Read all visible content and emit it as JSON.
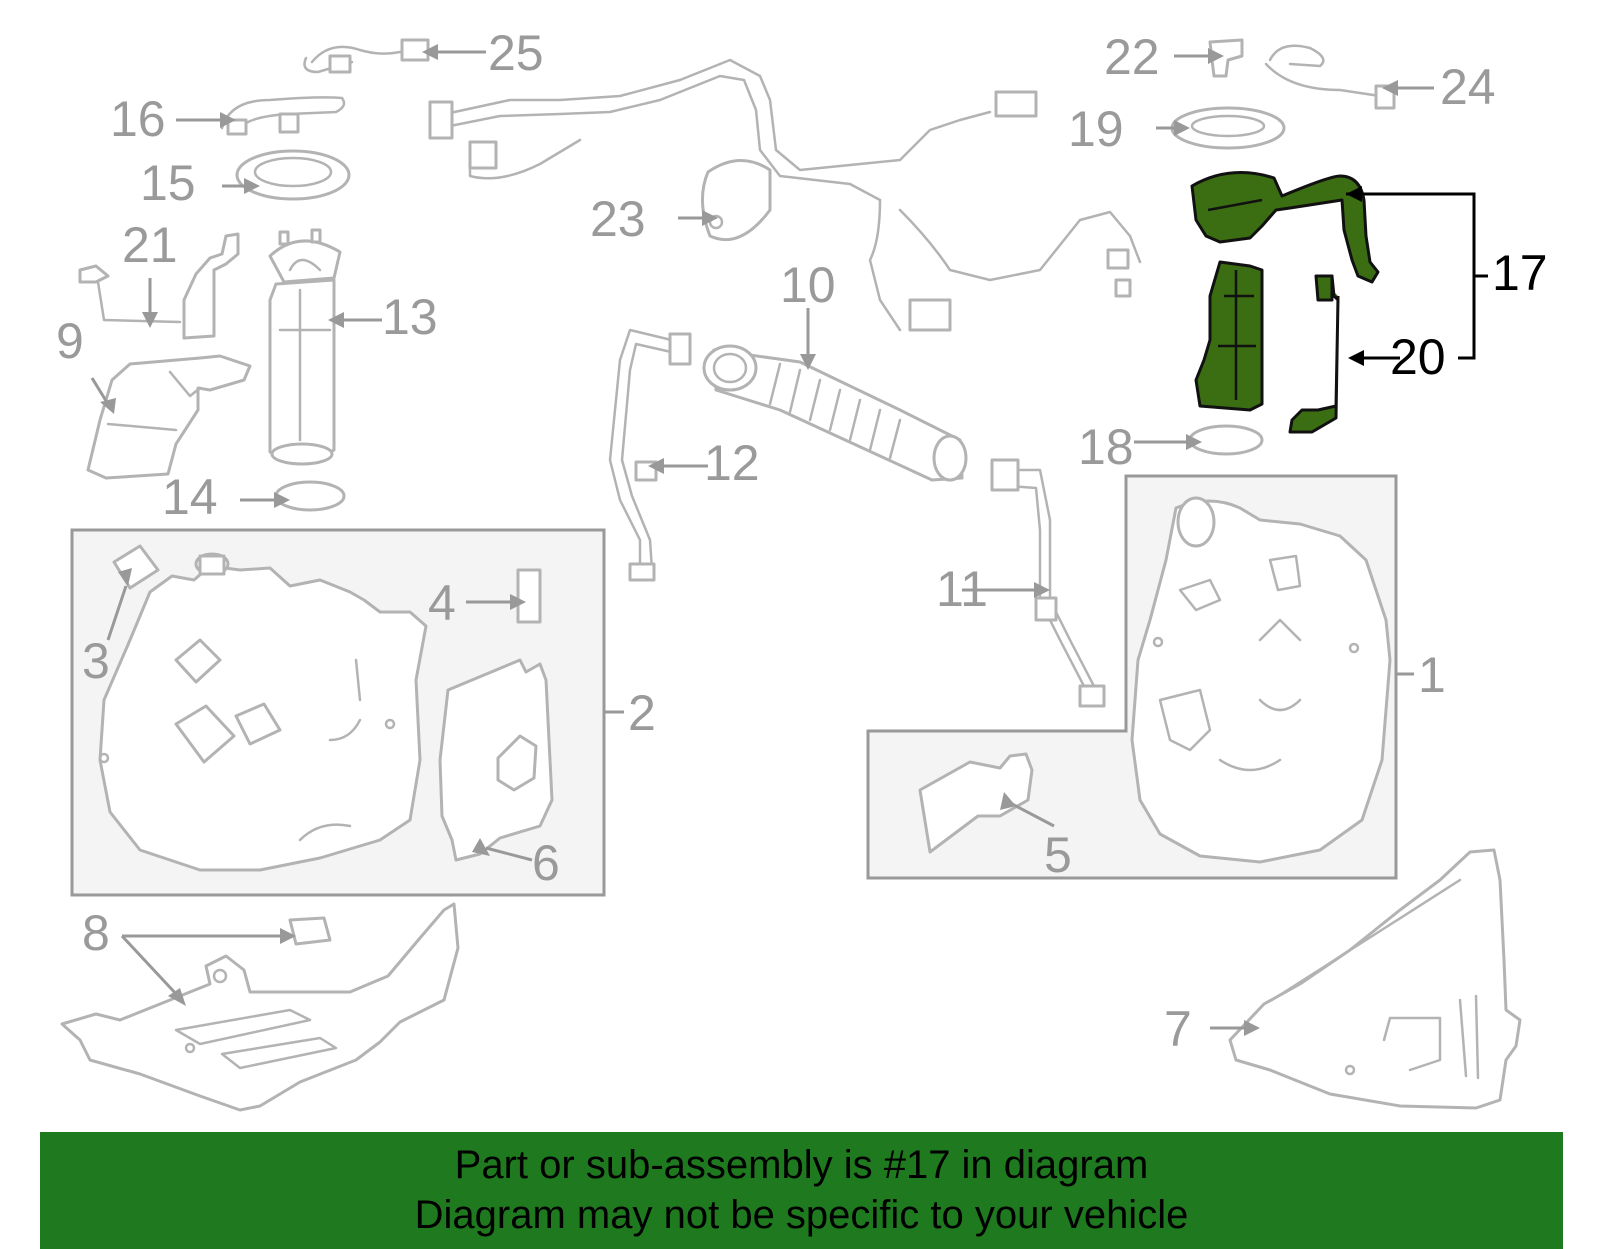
{
  "diagram": {
    "callouts": {
      "c1": "1",
      "c2": "2",
      "c3": "3",
      "c4": "4",
      "c5": "5",
      "c6": "6",
      "c7": "7",
      "c8": "8",
      "c9": "9",
      "c10": "10",
      "c11": "11",
      "c12": "12",
      "c13": "13",
      "c14": "14",
      "c15": "15",
      "c16": "16",
      "c17": "17",
      "c18": "18",
      "c19": "19",
      "c20": "20",
      "c21": "21",
      "c22": "22",
      "c23": "23",
      "c24": "24",
      "c25": "25"
    },
    "highlighted_part": "17",
    "colors": {
      "highlight": "#3b6e12",
      "banner": "#1f7a1f",
      "callout": "#9a9a9a"
    }
  },
  "banner": {
    "line1": "Part or sub-assembly is #17 in diagram",
    "line2": "Diagram may not be specific to your vehicle"
  }
}
